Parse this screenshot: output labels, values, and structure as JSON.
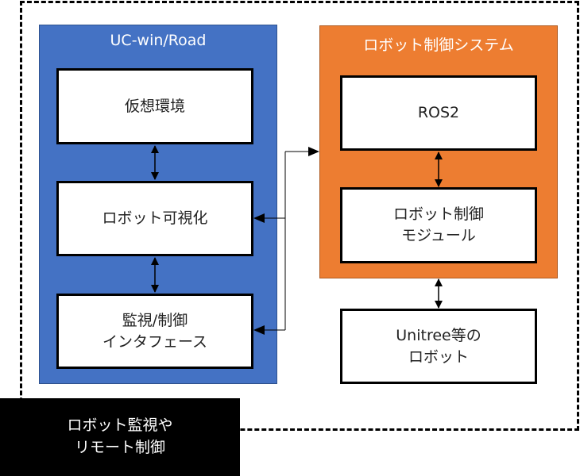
{
  "diagram": {
    "outer_boundary": {
      "style": "dashed",
      "color": "#000000"
    },
    "caption": "ロボット監視や\nリモート制御",
    "groups": [
      {
        "id": "uc-win-road",
        "title": "UC-win/Road",
        "color": "#4472c4",
        "nodes": [
          {
            "id": "virtual-env",
            "label": "仮想環境"
          },
          {
            "id": "robot-visualization",
            "label": "ロボット可視化"
          },
          {
            "id": "monitor-control-interface",
            "label": "監視/制御\nインタフェース"
          }
        ]
      },
      {
        "id": "robot-control-system",
        "title": "ロボット制御システム",
        "color": "#ed7d31",
        "nodes": [
          {
            "id": "ros2",
            "label": "ROS2"
          },
          {
            "id": "robot-control-module",
            "label": "ロボット制御\nモジュール"
          }
        ]
      }
    ],
    "standalone_nodes": [
      {
        "id": "robot",
        "label": "Unitree等の\nロボット"
      }
    ],
    "edges": [
      {
        "from": "virtual-env",
        "to": "robot-visualization",
        "type": "bidirectional"
      },
      {
        "from": "robot-visualization",
        "to": "monitor-control-interface",
        "type": "bidirectional"
      },
      {
        "from": "ros2",
        "to": "robot-control-module",
        "type": "bidirectional"
      },
      {
        "from": "robot-control-system",
        "to": "robot",
        "type": "bidirectional"
      },
      {
        "from": "uc-win-road-bus",
        "to": "robot-control-system",
        "type": "directed"
      },
      {
        "from": "uc-win-road-bus",
        "to": "robot-visualization",
        "type": "directed"
      },
      {
        "from": "uc-win-road-bus",
        "to": "monitor-control-interface",
        "type": "directed"
      }
    ]
  }
}
